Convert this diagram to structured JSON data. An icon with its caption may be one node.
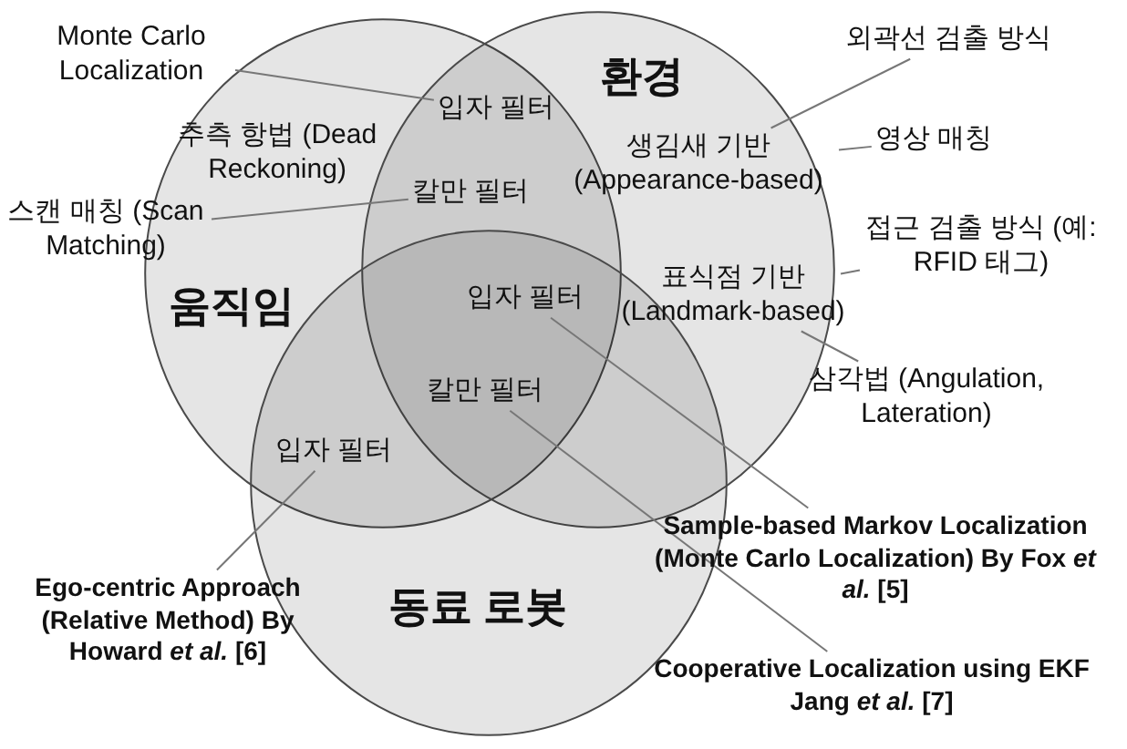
{
  "diagram": {
    "nodes": [
      {
        "text": [
          "추측 항법 (Dead Reckoning)",
          "움직임"
        ]
      },
      {
        "text": [
          "환경"
        ]
      },
      {
        "text": [
          "동료 로봇"
        ]
      },
      {
        "text": [
          "Monte Carlo Localization"
        ]
      },
      {
        "text": [
          "입자 필터"
        ]
      },
      {
        "text": [
          "스캔 매칭 (Scan Matching)"
        ]
      },
      {
        "text": [
          "칼만 필터"
        ]
      },
      {
        "text": [
          "외곽선 검출 방식"
        ]
      },
      {
        "text": [
          "생김새 기반 (Appearance-based)"
        ],
        "in": 1
      },
      {
        "text": [
          "영상 매칭"
        ]
      },
      {
        "text": [
          "접근 검출 방식 (예: RFID 태그)"
        ]
      },
      {
        "text": [
          "표식점 기반 (Landmark-based)"
        ],
        "in": 1
      },
      {
        "text": [
          "삼각법 (Angulation, Lateration)"
        ]
      },
      {
        "text": [
          "입자 필터"
        ]
      },
      {
        "text": [
          "칼만 필터"
        ]
      },
      {
        "text": [
          "입자 필터"
        ]
      },
      {
        "text": [
          "Sample-based Markov Localization (Monte Carlo Localization) By Fox *et al.* [5]"
        ]
      },
      {
        "text": [
          "Ego-centric Approach (Relative Method) By Howard *et al.* [6]"
        ]
      },
      {
        "text": [
          "Cooperative Localization using EKF Jang *et al.* [7]"
        ]
      }
    ],
    "edges": [
      {
        "from": 3,
        "to": 4,
        "arrow": "none"
      },
      {
        "from": 5,
        "to": 6,
        "arrow": "none"
      },
      {
        "from": 7,
        "to": 8,
        "arrow": "none"
      },
      {
        "from": 9,
        "to": 8,
        "arrow": "none"
      },
      {
        "from": 10,
        "to": 11,
        "arrow": "none"
      },
      {
        "from": 12,
        "to": 11,
        "arrow": "none"
      },
      {
        "from": 16,
        "to": 13,
        "arrow": "none"
      },
      {
        "from": 18,
        "to": 14,
        "arrow": "none"
      },
      {
        "from": 17,
        "to": 15,
        "arrow": "none"
      }
    ]
  }
}
